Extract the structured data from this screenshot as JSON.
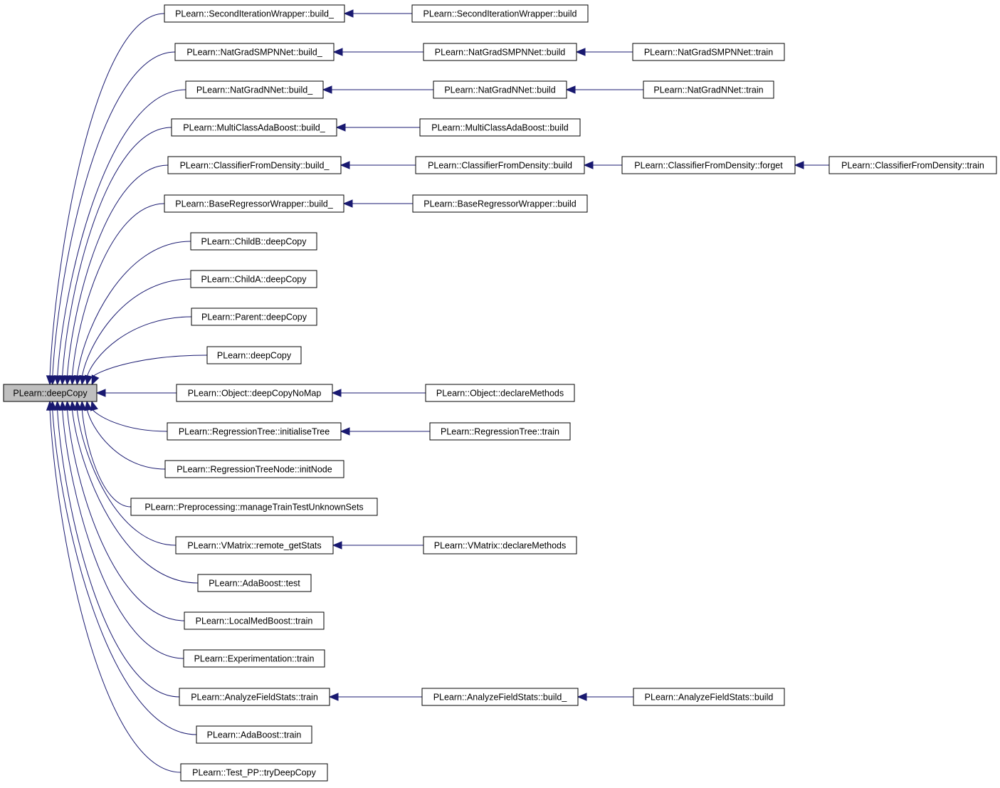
{
  "graph": {
    "root": "PLearn::deepCopy",
    "nodes": {
      "n0": "PLearn::deepCopy",
      "c0": "PLearn::SecondIterationWrapper::build_",
      "c1": "PLearn::NatGradSMPNNet::build_",
      "c2": "PLearn::NatGradNNet::build_",
      "c3": "PLearn::MultiClassAdaBoost::build_",
      "c4": "PLearn::ClassifierFromDensity::build_",
      "c5": "PLearn::BaseRegressorWrapper::build_",
      "c6": "PLearn::ChildB::deepCopy",
      "c7": "PLearn::ChildA::deepCopy",
      "c8": "PLearn::Parent::deepCopy",
      "c9": "PLearn::deepCopy",
      "c10": "PLearn::Object::deepCopyNoMap",
      "c11": "PLearn::RegressionTree::initialiseTree",
      "c12": "PLearn::RegressionTreeNode::initNode",
      "c13": "PLearn::Preprocessing::manageTrainTestUnknownSets",
      "c14": "PLearn::VMatrix::remote_getStats",
      "c15": "PLearn::AdaBoost::test",
      "c16": "PLearn::LocalMedBoost::train",
      "c17": "PLearn::Experimentation::train",
      "c18": "PLearn::AnalyzeFieldStats::train",
      "c19": "PLearn::AdaBoost::train",
      "c20": "PLearn::Test_PP::tryDeepCopy",
      "d0": "PLearn::SecondIterationWrapper::build",
      "d1": "PLearn::NatGradSMPNNet::build",
      "d2": "PLearn::NatGradNNet::build",
      "d3": "PLearn::MultiClassAdaBoost::build",
      "d4": "PLearn::ClassifierFromDensity::build",
      "d5": "PLearn::BaseRegressorWrapper::build",
      "d10": "PLearn::Object::declareMethods",
      "d11": "PLearn::RegressionTree::train",
      "d14": "PLearn::VMatrix::declareMethods",
      "d18": "PLearn::AnalyzeFieldStats::build_",
      "e1": "PLearn::NatGradSMPNNet::train",
      "e2": "PLearn::NatGradNNet::train",
      "e4": "PLearn::ClassifierFromDensity::forget",
      "e18": "PLearn::AnalyzeFieldStats::build",
      "f4": "PLearn::ClassifierFromDensity::train"
    },
    "edges": [
      [
        "c0",
        "n0"
      ],
      [
        "c1",
        "n0"
      ],
      [
        "c2",
        "n0"
      ],
      [
        "c3",
        "n0"
      ],
      [
        "c4",
        "n0"
      ],
      [
        "c5",
        "n0"
      ],
      [
        "c6",
        "n0"
      ],
      [
        "c7",
        "n0"
      ],
      [
        "c8",
        "n0"
      ],
      [
        "c9",
        "n0"
      ],
      [
        "c10",
        "n0"
      ],
      [
        "c11",
        "n0"
      ],
      [
        "c12",
        "n0"
      ],
      [
        "c13",
        "n0"
      ],
      [
        "c14",
        "n0"
      ],
      [
        "c15",
        "n0"
      ],
      [
        "c16",
        "n0"
      ],
      [
        "c17",
        "n0"
      ],
      [
        "c18",
        "n0"
      ],
      [
        "c19",
        "n0"
      ],
      [
        "c20",
        "n0"
      ],
      [
        "d0",
        "c0"
      ],
      [
        "d1",
        "c1"
      ],
      [
        "e1",
        "d1"
      ],
      [
        "d2",
        "c2"
      ],
      [
        "e2",
        "d2"
      ],
      [
        "d3",
        "c3"
      ],
      [
        "d4",
        "c4"
      ],
      [
        "e4",
        "d4"
      ],
      [
        "f4",
        "e4"
      ],
      [
        "d5",
        "c5"
      ],
      [
        "d10",
        "c10"
      ],
      [
        "d11",
        "c11"
      ],
      [
        "d14",
        "c14"
      ],
      [
        "d18",
        "c18"
      ],
      [
        "e18",
        "d18"
      ]
    ]
  }
}
